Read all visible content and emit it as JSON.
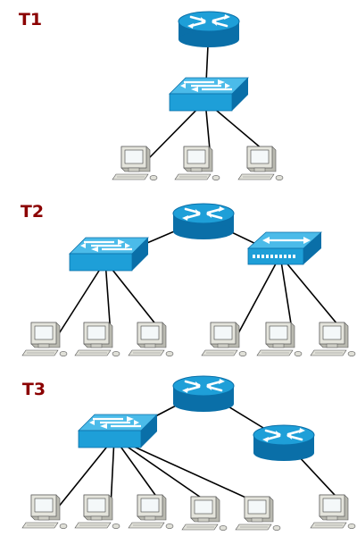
{
  "colors": {
    "label": "#8b0000",
    "device_blue": "#1e9fd8",
    "device_dark": "#0a6fa8",
    "device_light": "#7fd0f2",
    "link": "#000000",
    "pc_body": "#d8d8d0",
    "pc_screen": "#e8f0f2"
  },
  "topologies": [
    {
      "label": "T1",
      "devices": [
        {
          "id": "t1-router",
          "kind": "router",
          "icon": "router-icon"
        },
        {
          "id": "t1-switch",
          "kind": "switch",
          "icon": "switch-icon"
        },
        {
          "id": "t1-pc1",
          "kind": "pc",
          "icon": "computer-icon"
        },
        {
          "id": "t1-pc2",
          "kind": "pc",
          "icon": "computer-icon"
        },
        {
          "id": "t1-pc3",
          "kind": "pc",
          "icon": "computer-icon"
        }
      ],
      "links": [
        [
          "t1-router",
          "t1-switch"
        ],
        [
          "t1-switch",
          "t1-pc1"
        ],
        [
          "t1-switch",
          "t1-pc2"
        ],
        [
          "t1-switch",
          "t1-pc3"
        ]
      ]
    },
    {
      "label": "T2",
      "devices": [
        {
          "id": "t2-router",
          "kind": "router",
          "icon": "router-icon"
        },
        {
          "id": "t2-switch-a",
          "kind": "switch",
          "icon": "switch-icon"
        },
        {
          "id": "t2-hub",
          "kind": "hub",
          "icon": "hub-icon"
        },
        {
          "id": "t2-pc1",
          "kind": "pc",
          "icon": "computer-icon"
        },
        {
          "id": "t2-pc2",
          "kind": "pc",
          "icon": "computer-icon"
        },
        {
          "id": "t2-pc3",
          "kind": "pc",
          "icon": "computer-icon"
        },
        {
          "id": "t2-pc4",
          "kind": "pc",
          "icon": "computer-icon"
        },
        {
          "id": "t2-pc5",
          "kind": "pc",
          "icon": "computer-icon"
        },
        {
          "id": "t2-pc6",
          "kind": "pc",
          "icon": "computer-icon"
        }
      ],
      "links": [
        [
          "t2-router",
          "t2-switch-a"
        ],
        [
          "t2-router",
          "t2-hub"
        ],
        [
          "t2-switch-a",
          "t2-pc1"
        ],
        [
          "t2-switch-a",
          "t2-pc2"
        ],
        [
          "t2-switch-a",
          "t2-pc3"
        ],
        [
          "t2-hub",
          "t2-pc4"
        ],
        [
          "t2-hub",
          "t2-pc5"
        ],
        [
          "t2-hub",
          "t2-pc6"
        ]
      ]
    },
    {
      "label": "T3",
      "devices": [
        {
          "id": "t3-router-a",
          "kind": "router",
          "icon": "router-icon"
        },
        {
          "id": "t3-switch",
          "kind": "switch",
          "icon": "switch-icon"
        },
        {
          "id": "t3-router-b",
          "kind": "router",
          "icon": "router-icon"
        },
        {
          "id": "t3-pc1",
          "kind": "pc",
          "icon": "computer-icon"
        },
        {
          "id": "t3-pc2",
          "kind": "pc",
          "icon": "computer-icon"
        },
        {
          "id": "t3-pc3",
          "kind": "pc",
          "icon": "computer-icon"
        },
        {
          "id": "t3-pc4",
          "kind": "pc",
          "icon": "computer-icon"
        },
        {
          "id": "t3-pc5",
          "kind": "pc",
          "icon": "computer-icon"
        },
        {
          "id": "t3-pc6",
          "kind": "pc",
          "icon": "computer-icon"
        }
      ],
      "links": [
        [
          "t3-router-a",
          "t3-switch"
        ],
        [
          "t3-router-a",
          "t3-router-b"
        ],
        [
          "t3-switch",
          "t3-pc1"
        ],
        [
          "t3-switch",
          "t3-pc2"
        ],
        [
          "t3-switch",
          "t3-pc3"
        ],
        [
          "t3-switch",
          "t3-pc4"
        ],
        [
          "t3-switch",
          "t3-pc5"
        ],
        [
          "t3-router-b",
          "t3-pc6"
        ]
      ]
    }
  ]
}
